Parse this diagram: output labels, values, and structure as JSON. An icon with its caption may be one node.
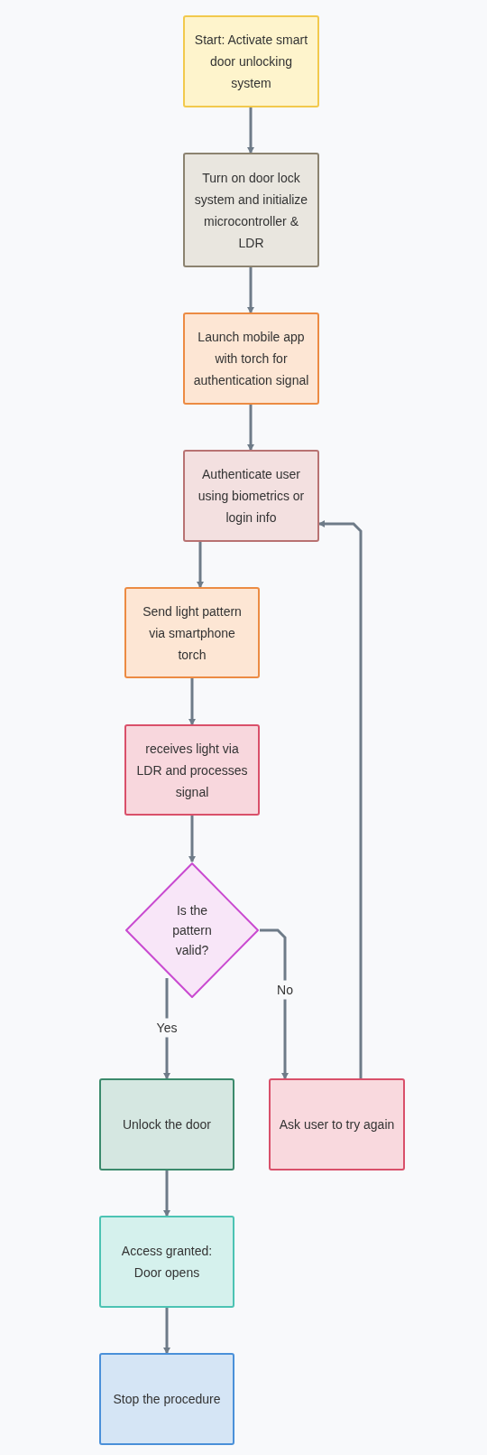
{
  "diagram": {
    "nodes": [
      {
        "text": [
          "Start: Activate smart door unlocking system"
        ]
      },
      {
        "text": [
          "Turn on door lock system and initialize microcontroller & LDR"
        ]
      },
      {
        "text": [
          "Launch mobile app with torch for authentication signal"
        ]
      },
      {
        "text": [
          "Authenticate user using biometrics or login info"
        ]
      },
      {
        "text": [
          "Send light pattern via smartphone torch"
        ]
      },
      {
        "text": [
          "receives light via LDR and processes signal"
        ]
      },
      {
        "text": [
          "Is the pattern valid?"
        ]
      },
      {
        "text": [
          "Unlock the door"
        ]
      },
      {
        "text": [
          "Ask user to try again"
        ]
      },
      {
        "text": [
          "Access granted: Door opens"
        ]
      },
      {
        "text": [
          "Stop the procedure"
        ]
      }
    ],
    "edges": [
      {
        "from": 0,
        "to": 1,
        "arrow": "to"
      },
      {
        "from": 1,
        "to": 2,
        "arrow": "to"
      },
      {
        "from": 2,
        "to": 3,
        "arrow": "to"
      },
      {
        "from": 3,
        "to": 4,
        "arrow": "to"
      },
      {
        "from": 4,
        "to": 5,
        "arrow": "to"
      },
      {
        "from": 5,
        "to": 6,
        "arrow": "to"
      },
      {
        "from": 6,
        "to": 7,
        "arrow": "to",
        "label": "Yes"
      },
      {
        "from": 6,
        "to": 8,
        "arrow": "to",
        "label": "No"
      },
      {
        "from": 8,
        "to": 3,
        "arrow": "to"
      },
      {
        "from": 7,
        "to": 9,
        "arrow": "to"
      },
      {
        "from": 9,
        "to": 10,
        "arrow": "to"
      }
    ]
  }
}
